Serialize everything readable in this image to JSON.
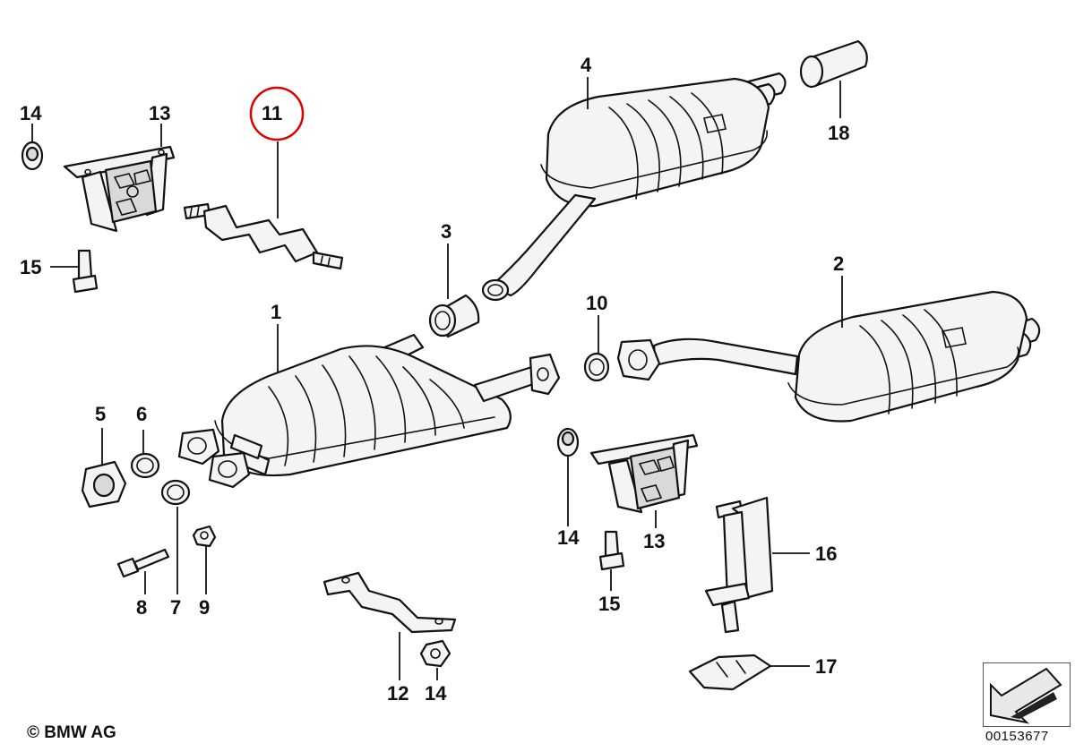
{
  "diagram": {
    "copyright": "© BMW AG",
    "document_number": "00153677",
    "highlight_color": "#e00000",
    "highlighted_label": "11",
    "labels": {
      "l1": "1",
      "l2": "2",
      "l3": "3",
      "l4": "4",
      "l5": "5",
      "l6": "6",
      "l7": "7",
      "l8": "8",
      "l9": "9",
      "l10": "10",
      "l11": "11",
      "l12": "12",
      "l13a": "13",
      "l13b": "13",
      "l14a": "14",
      "l14b": "14",
      "l14c": "14",
      "l15a": "15",
      "l15b": "15",
      "l16": "16",
      "l17": "17",
      "l18": "18"
    }
  }
}
